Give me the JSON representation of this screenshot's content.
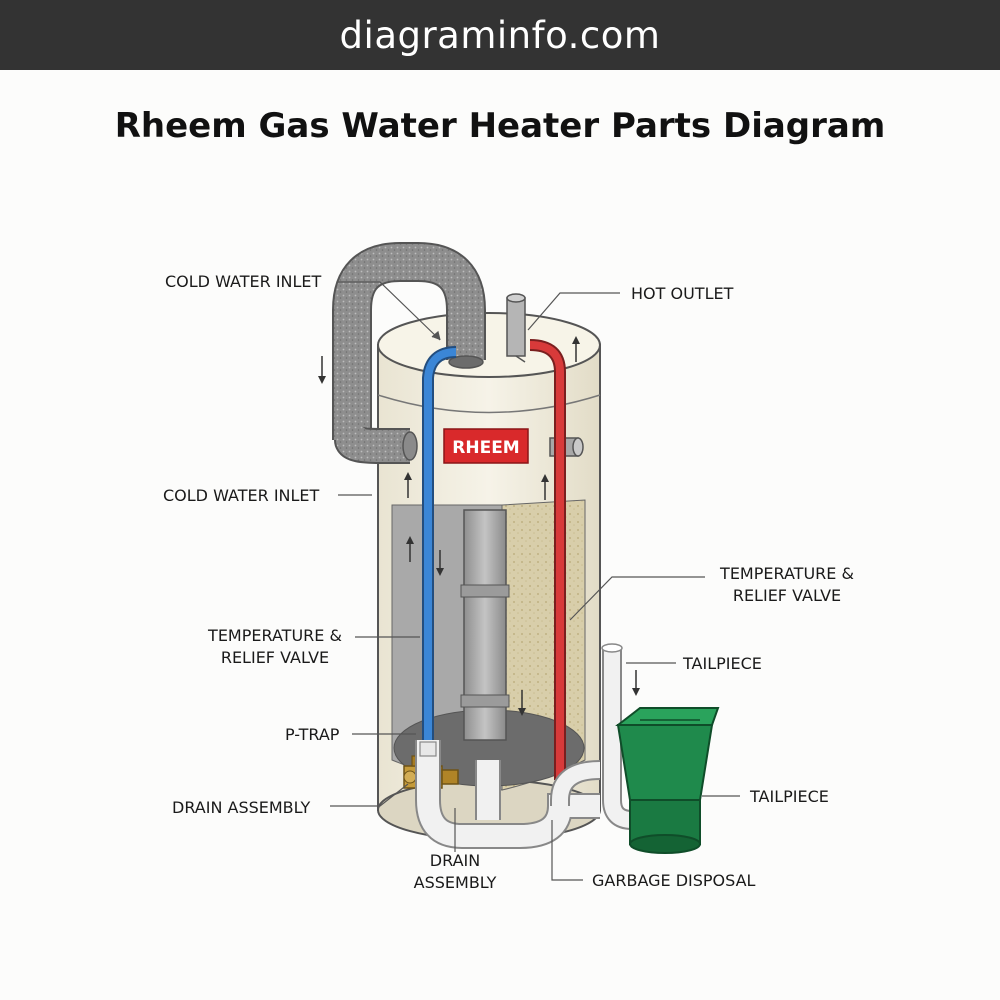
{
  "header": {
    "site": "diagraminfo.com"
  },
  "title": "Rheem Gas Water Heater Parts Diagram",
  "brand_badge": "RHEEM",
  "labels": {
    "cold_water_inlet_top": "COLD WATER INLET",
    "hot_outlet": "HOT OUTLET",
    "cold_water_inlet_side": "COLD WATER INLET",
    "temp_relief_right_1": "TEMPERATURE &",
    "temp_relief_right_2": "RELIEF VALVE",
    "temp_relief_left_1": "TEMPERATURE &",
    "temp_relief_left_2": "RELIEF VALVE",
    "tailpiece_top": "TAILPIECE",
    "p_trap": "P-TRAP",
    "tailpiece_right": "TAILPIECE",
    "drain_assembly_left": "DRAIN ASSEMBLY",
    "drain_assembly_bottom_1": "DRAIN",
    "drain_assembly_bottom_2": "ASSEMBLY",
    "garbage_disposal": "GARBAGE DISPOSAL"
  },
  "colors": {
    "header_bg": "#333333",
    "cold_pipe": "#3b86d6",
    "hot_pipe": "#d83a3a",
    "disposal": "#1f8a4c",
    "badge": "#d9292b",
    "tank_body": "#f3efe1"
  }
}
